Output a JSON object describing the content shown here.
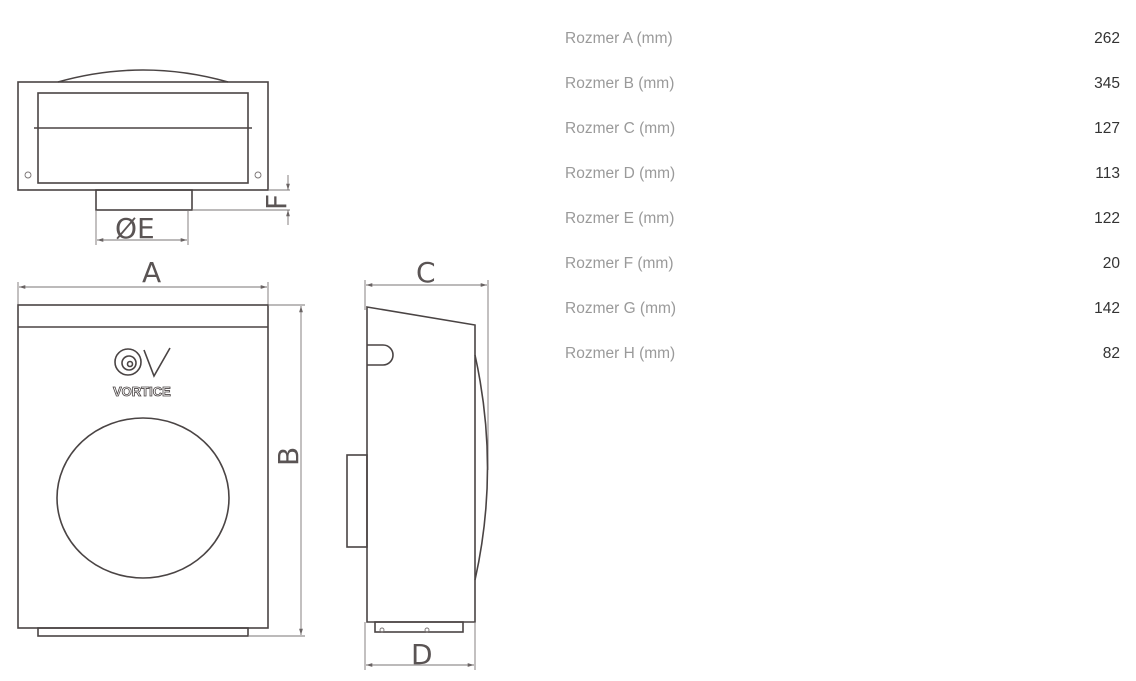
{
  "drawing": {
    "labels": {
      "a": "A",
      "b": "B",
      "c": "C",
      "d": "D",
      "e": "ØE",
      "f": "F"
    },
    "logo": "VORTICE"
  },
  "specs": [
    {
      "label": "Rozmer A (mm)",
      "value": "262"
    },
    {
      "label": "Rozmer B (mm)",
      "value": "345"
    },
    {
      "label": "Rozmer C (mm)",
      "value": "127"
    },
    {
      "label": "Rozmer D (mm)",
      "value": "113"
    },
    {
      "label": "Rozmer E (mm)",
      "value": "122"
    },
    {
      "label": "Rozmer F (mm)",
      "value": "20"
    },
    {
      "label": "Rozmer G (mm)",
      "value": "142"
    },
    {
      "label": "Rozmer H (mm)",
      "value": "82"
    }
  ]
}
